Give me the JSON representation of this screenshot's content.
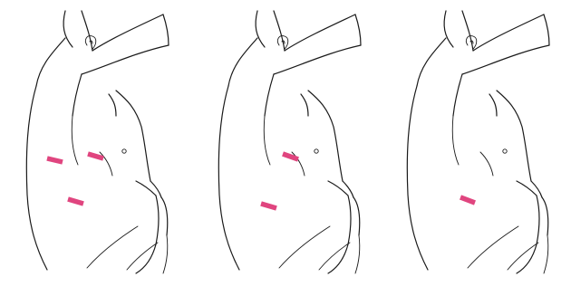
{
  "figure": {
    "panel_count": 3,
    "marker_color": "#e0457f",
    "line_color": "#1a1a1a",
    "background": "#ffffff",
    "panels": [
      {
        "id": "left",
        "marker_count": 3
      },
      {
        "id": "middle",
        "marker_count": 2
      },
      {
        "id": "right",
        "marker_count": 1
      }
    ]
  }
}
